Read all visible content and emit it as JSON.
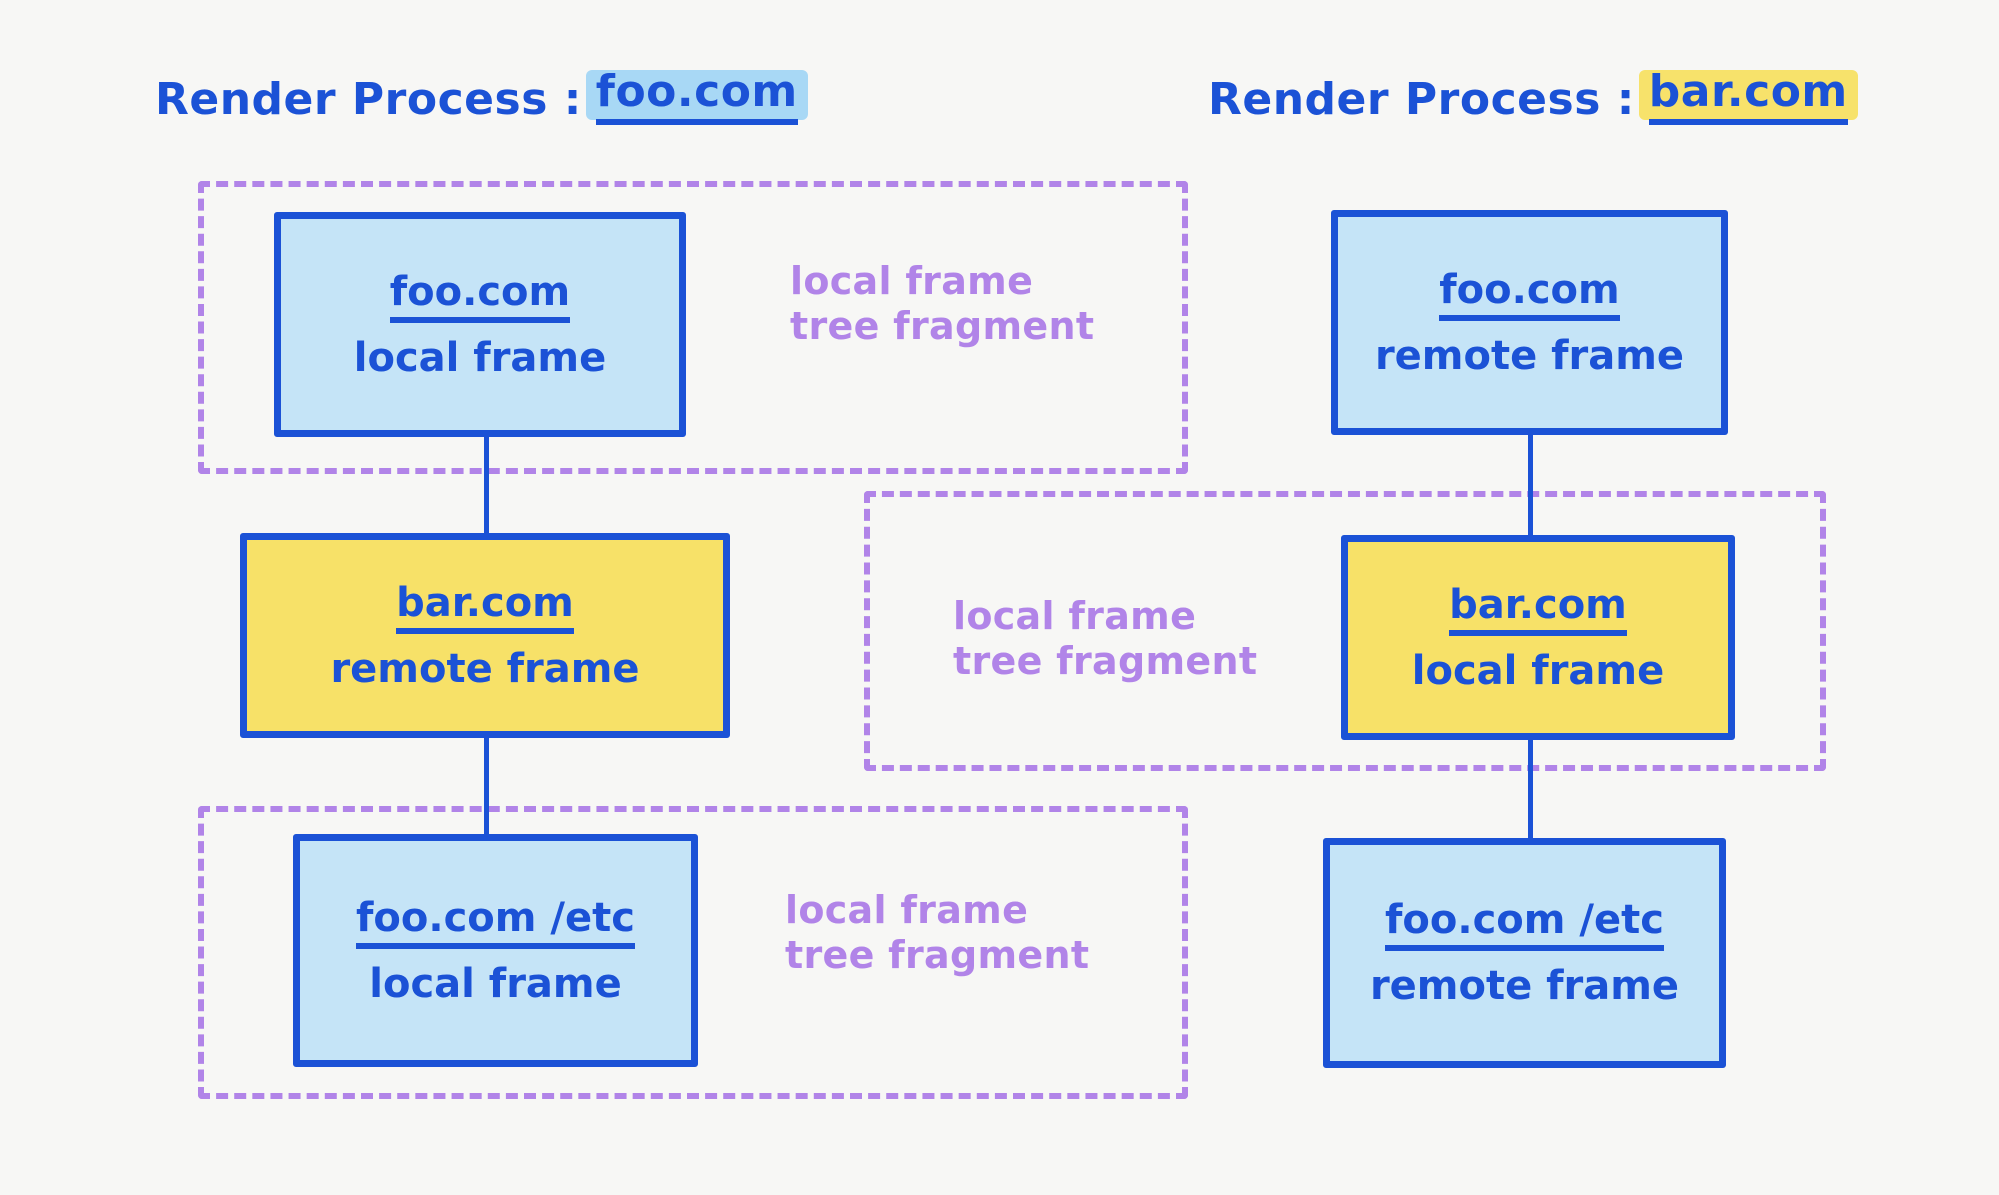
{
  "theme": {
    "background": "#f7f7f5",
    "ink_blue": "#1b52d6",
    "frame_blue_fill": "#c5e4f7",
    "frame_yellow_fill": "#f7e168",
    "fragment_purple": "#b184e8",
    "highlight_blue": "#a8d8f5",
    "highlight_yellow": "#f7e26b"
  },
  "processes": [
    {
      "heading_label": "Render Process :",
      "heading_origin": "foo.com",
      "heading_highlight": "blue",
      "frames": [
        {
          "origin": "foo.com",
          "kind": "local frame",
          "fill": "blue"
        },
        {
          "origin": "bar.com",
          "kind": "remote frame",
          "fill": "yellow"
        },
        {
          "origin": "foo.com /etc",
          "kind": "local frame",
          "fill": "blue"
        }
      ],
      "fragments": [
        {
          "label_line1": "local frame",
          "label_line2": "tree fragment"
        },
        {
          "label_line1": "local frame",
          "label_line2": "tree fragment"
        }
      ]
    },
    {
      "heading_label": "Render Process :",
      "heading_origin": "bar.com",
      "heading_highlight": "yellow",
      "frames": [
        {
          "origin": "foo.com",
          "kind": "remote frame",
          "fill": "blue"
        },
        {
          "origin": "bar.com",
          "kind": "local frame",
          "fill": "yellow"
        },
        {
          "origin": "foo.com /etc",
          "kind": "remote frame",
          "fill": "blue"
        }
      ],
      "fragments": [
        {
          "label_line1": "local frame",
          "label_line2": "tree fragment"
        }
      ]
    }
  ]
}
